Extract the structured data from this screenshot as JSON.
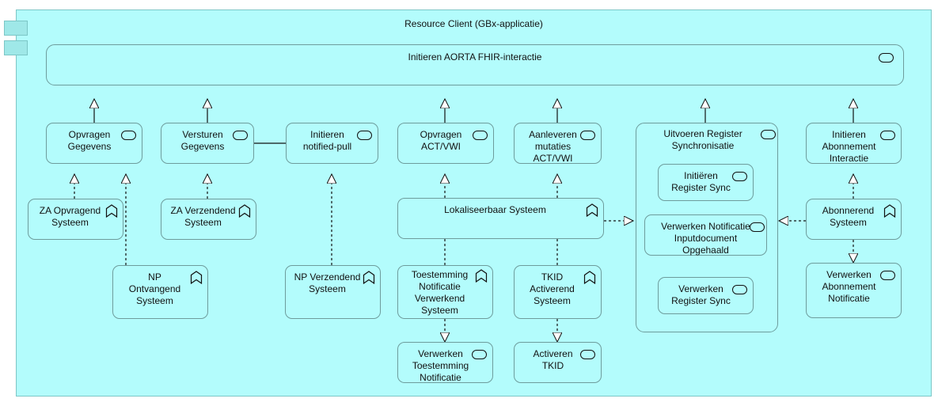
{
  "diagram": {
    "title": "Resource Client (GBx-applicatie)",
    "colors": {
      "fill": "#b3fcfc",
      "border": "#6e9c9c",
      "outer_border": "#7cc6c6",
      "nub_fill": "#9fe8e8",
      "line": "#111111"
    },
    "icons": {
      "function": "rounded-oval-icon",
      "role": "chevron-up-icon",
      "component": "component-nub-icon"
    }
  },
  "band": {
    "label": "Initieren AORTA FHIR-interactie",
    "icon": "rounded-oval-icon"
  },
  "functions": [
    {
      "id": "opvragen_gegevens",
      "label": "Opvragen\nGegevens"
    },
    {
      "id": "versturen_gegevens",
      "label": "Versturen\nGegevens"
    },
    {
      "id": "initieren_notified_pull",
      "label": "Initieren\nnotified-pull"
    },
    {
      "id": "opvragen_act_vwi",
      "label": "Opvragen\nACT/VWI"
    },
    {
      "id": "aanleveren_mutaties",
      "label": "Aanleveren\nmutaties\nACT/VWI"
    },
    {
      "id": "uitvoeren_register_sync",
      "label": "Uitvoeren Register\nSynchronisatie"
    },
    {
      "id": "initieren_abonnement",
      "label": "Initieren\nAbonnement\nInteractie"
    },
    {
      "id": "initieren_register_sync",
      "label": "Initiëren\nRegister Sync"
    },
    {
      "id": "verwerken_notificatie_input",
      "label": "Verwerken Notificatie\nInputdocument\nOpgehaald"
    },
    {
      "id": "verwerken_register_sync",
      "label": "Verwerken\nRegister Sync"
    },
    {
      "id": "verwerken_toestemming",
      "label": "Verwerken\nToestemming\nNotificatie"
    },
    {
      "id": "activeren_tkid",
      "label": "Activeren\nTKID"
    },
    {
      "id": "verwerken_abonnement",
      "label": "Verwerken\nAbonnement\nNotificatie"
    }
  ],
  "roles": [
    {
      "id": "za_opvragend",
      "label": "ZA Opvragend\nSysteem"
    },
    {
      "id": "za_verzendend",
      "label": "ZA Verzendend\nSysteem"
    },
    {
      "id": "np_ontvangend",
      "label": "NP\nOntvangend\nSysteem"
    },
    {
      "id": "np_verzendend",
      "label": "NP Verzendend\nSysteem"
    },
    {
      "id": "lokaliseerbaar",
      "label": "Lokaliseerbaar Systeem"
    },
    {
      "id": "toestemming_notif",
      "label": "Toestemming\nNotificatie\nVerwerkend\nSysteem"
    },
    {
      "id": "tkid_activerend",
      "label": "TKID\nActiverend\nSysteem"
    },
    {
      "id": "abonnerend",
      "label": "Abonnerend\nSysteem"
    }
  ]
}
